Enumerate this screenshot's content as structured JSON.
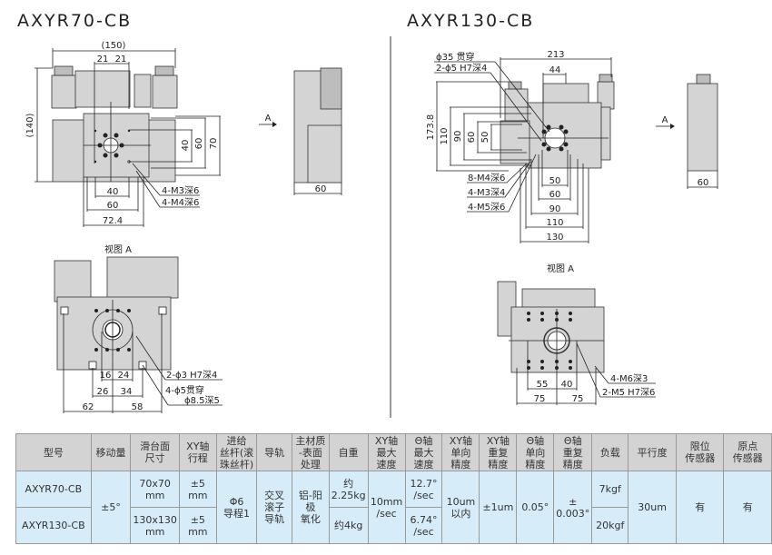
{
  "left_drawing": {
    "title": "AXYR70-CB",
    "top_view": {
      "dims": {
        "overall_width": "(150)",
        "half_a": "21",
        "half_b": "21",
        "overall_height": "(140)",
        "v40": "40",
        "v60": "60",
        "v70": "70",
        "h40": "40",
        "h60": "60",
        "h72_4": "72.4"
      },
      "callouts": [
        "4-M3深6",
        "4-M4深6"
      ]
    },
    "side_view": {
      "arrow_label": "A",
      "dim_width": "60"
    },
    "view_a": {
      "label": "视图 A",
      "dims": {
        "d16": "16",
        "d24": "24",
        "d26": "26",
        "d34": "34",
        "d62": "62",
        "d58": "58"
      },
      "callouts": [
        "2-ϕ3 H7深4",
        "4-ϕ5贯穿",
        "ϕ8.5深5"
      ]
    }
  },
  "right_drawing": {
    "title": "AXYR130-CB",
    "top_view": {
      "callouts_top": [
        "ϕ35 贯穿",
        "2-ϕ5 H7深4"
      ],
      "callouts_bottom": [
        "8-M4深6",
        "4-M3深4",
        "4-M5深6"
      ],
      "dims": {
        "w213": "213",
        "w44": "44",
        "h173_8": "173.8",
        "h110": "110",
        "h90": "90",
        "h60": "60",
        "h50": "50",
        "b50": "50",
        "b60": "60",
        "b90": "90",
        "b110": "110",
        "b130": "130"
      }
    },
    "side_view": {
      "arrow_label": "A",
      "dim_width": "60"
    },
    "view_a": {
      "label": "视图 A",
      "dims": {
        "d55": "55",
        "d40": "40",
        "d75a": "75",
        "d75b": "75"
      },
      "callouts": [
        "4-M6深3",
        "2-M5 H7深6"
      ]
    }
  },
  "spec_table": {
    "headers": [
      "型号",
      "移动量",
      "滑台面\n尺寸",
      "XY轴\n行程",
      "进给\n丝杆(滚\n珠丝杆)",
      "导轨",
      "主材质\n-表面\n处理",
      "自重",
      "XY轴\n最大\n速度",
      "Θ轴\n最大\n速度",
      "XY轴\n单向\n精度",
      "XY轴\n重复\n精度",
      "Θ轴\n单向\n精度",
      "Θ轴\n重复\n精度",
      "负载",
      "平行度",
      "限位\n传感器",
      "原点\n传感器"
    ],
    "rows": [
      {
        "model": "AXYR70-CB",
        "travel": "±5°",
        "table_size": "70x70\nmm",
        "xy_stroke": "±5\nmm",
        "feed_screw": "Φ6\n导程1",
        "guide": "交叉\n滚子\n导轨",
        "material": "铝-阳极\n氧化",
        "weight": "约\n2.25kg",
        "xy_max_speed": "10mm\n/sec",
        "theta_max_speed": "12.7°\n/sec",
        "xy_uni_accuracy": "10um\n以内",
        "xy_repeat": "±1um",
        "theta_uni_accuracy": "0.05°",
        "theta_repeat": "±\n0.003°",
        "load": "7kgf",
        "parallelism": "30um",
        "limit_sensor": "有",
        "origin_sensor": "有"
      },
      {
        "model": "AXYR130-CB",
        "table_size": "130x130\nmm",
        "xy_stroke": "±5\nmm",
        "weight": "约4kg",
        "theta_max_speed": "6.74°\n/sec",
        "load": "20kgf"
      }
    ]
  }
}
